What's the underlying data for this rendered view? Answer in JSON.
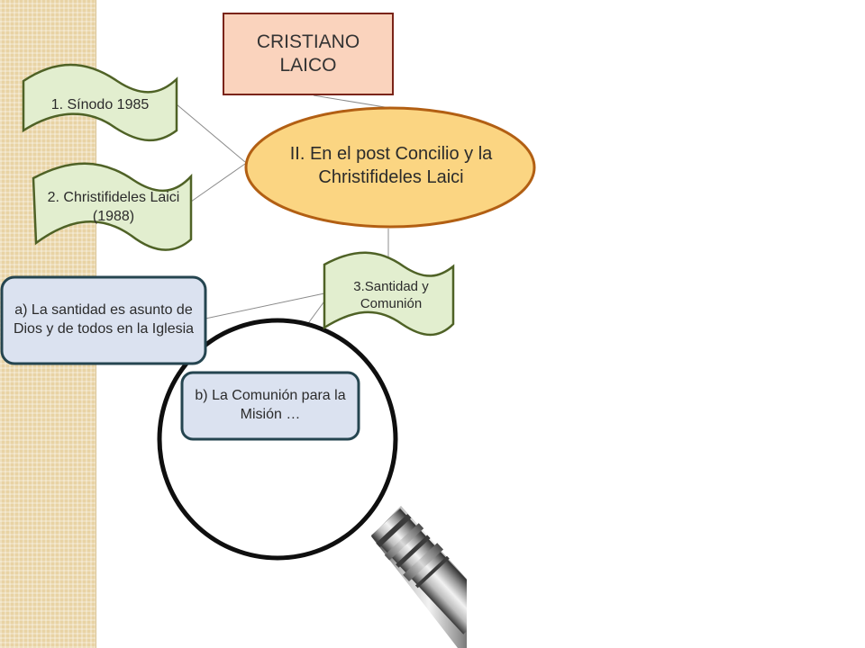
{
  "title": "CRISTIANO LAICO",
  "center": "II. En el post Concilio y la Christifideles Laici",
  "banners": {
    "sinodo": "1. Sínodo 1985",
    "christifideles": "2. Christifideles Laici (1988)",
    "santidad": "3.Santidad y Comunión"
  },
  "boxes": {
    "a": "a) La santidad es asunto de Dios y de todos en la Iglesia",
    "b": "b) La Comunión para la Misión …"
  },
  "icons": {
    "magnifier": "magnifying-glass-icon"
  },
  "colors": {
    "title_fill": "#fad3bd",
    "title_border": "#7a2418",
    "center_fill": "#fbd582",
    "center_border": "#b25f13",
    "banner_fill": "#e2eecf",
    "banner_border": "#4f6226",
    "box_fill": "#dbe2f0",
    "box_border": "#254550",
    "band": "#e8d3a4"
  }
}
